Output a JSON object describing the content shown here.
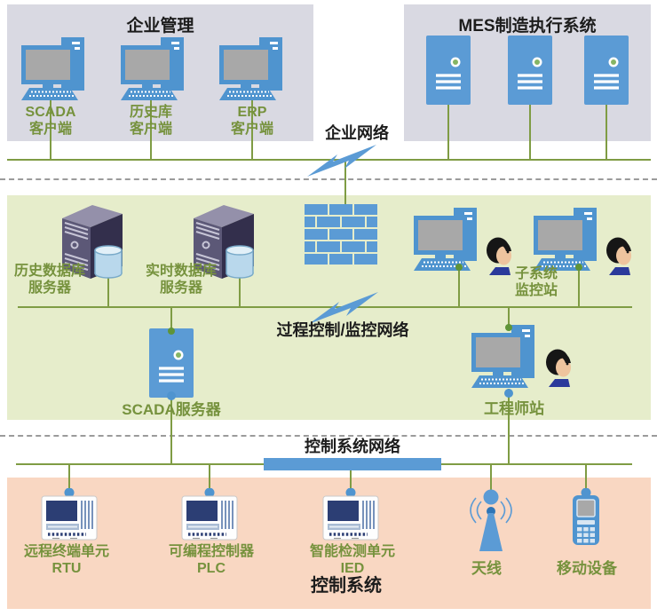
{
  "diagram": {
    "enterprise": {
      "title": "企业管理",
      "clients": [
        {
          "line1": "SCADA",
          "line2": "客户端"
        },
        {
          "line1": "历史库",
          "line2": "客户端"
        },
        {
          "line1": "ERP",
          "line2": "客户端"
        }
      ]
    },
    "mes": {
      "title": "MES制造执行系统"
    },
    "networks": {
      "enterprise": "企业网络",
      "process": "过程控制/监控网络",
      "control": "控制系统网络"
    },
    "process_layer": {
      "history_db": {
        "line1": "历史数据库",
        "line2": "服务器"
      },
      "realtime_db": {
        "line1": "实时数据库",
        "line2": "服务器"
      },
      "subsystem": {
        "line1": "子系统",
        "line2": "监控站"
      },
      "scada_server": "SCADA服务器",
      "engineer_station": "工程师站"
    },
    "control_layer": {
      "title": "控制系统",
      "rtu": {
        "line1": "远程终端单元",
        "line2": "RTU"
      },
      "plc": {
        "line1": "可编程控制器",
        "line2": "PLC"
      },
      "ied": {
        "line1": "智能检测单元",
        "line2": "IED"
      },
      "antenna": "天线",
      "mobile": "移动设备"
    },
    "icons": {
      "desktop": "desktop-computer-icon",
      "server": "server-tower-icon",
      "database_server": "database-server-icon",
      "firewall": "firewall-brick-icon",
      "operator": "operator-head-icon",
      "lightning": "lightning-bolt-icon",
      "controller": "controller-unit-icon",
      "antenna": "antenna-icon",
      "mobile": "handheld-device-icon"
    },
    "colors": {
      "section_gray": "#d9d9e2",
      "section_green": "#e6edcb",
      "section_orange": "#f9d7c2",
      "device_blue": "#4f94cf",
      "server_blue": "#5b9bd5",
      "line_olive": "#7f9c44",
      "label_green": "#76923d",
      "text_dark": "#1c1c1c"
    }
  }
}
